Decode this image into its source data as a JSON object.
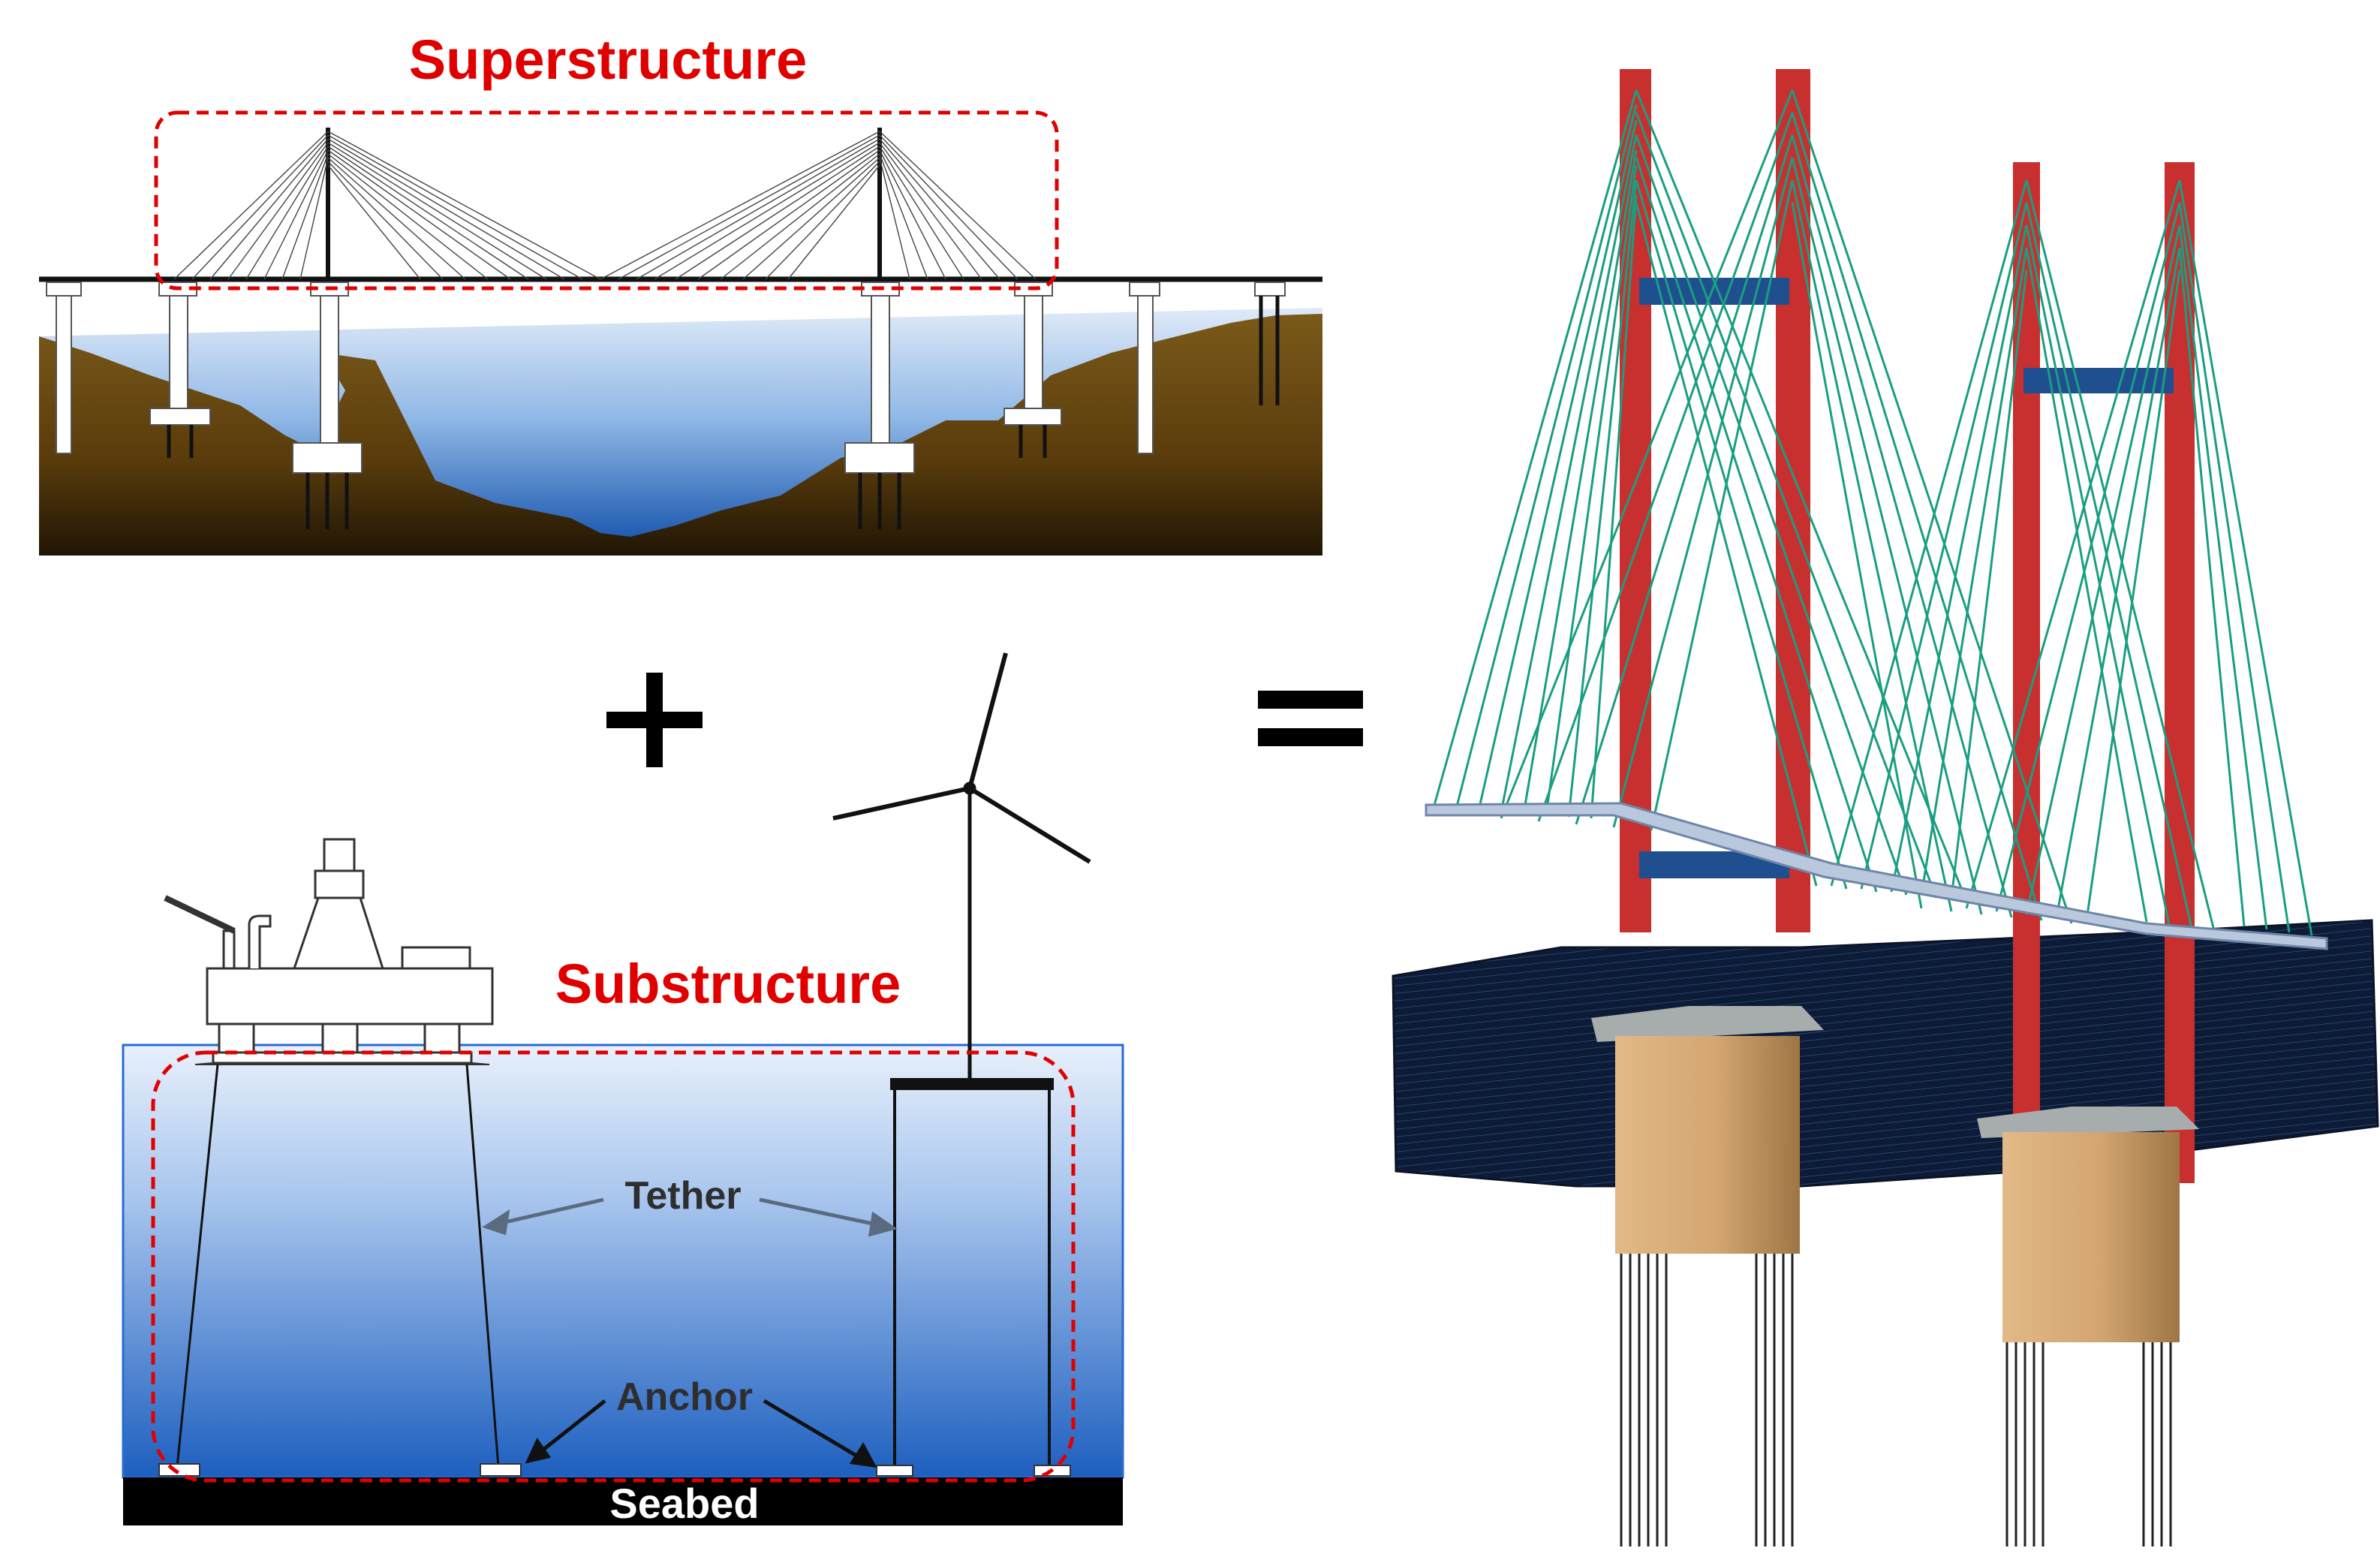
{
  "labels": {
    "superstructure": "Superstructure",
    "substructure": "Substructure",
    "tether": "Tether",
    "anchor": "Anchor",
    "seabed": "Seabed",
    "plus": "+",
    "equals": "="
  },
  "colors": {
    "label_red": "#e00000",
    "highlight_dash": "#e00000",
    "pylon_red": "#c8302f",
    "cable_green": "#1a9e82",
    "crossbeam_blue": "#1f4f8f",
    "pier_tan": "#d7ab78",
    "ground_brown": "#6b4a12",
    "deep_water": "#0d4da8",
    "seabed_black": "#000000"
  },
  "icons": {
    "oil-platform": "oil-platform-icon",
    "wind-turbine": "wind-turbine-icon"
  }
}
